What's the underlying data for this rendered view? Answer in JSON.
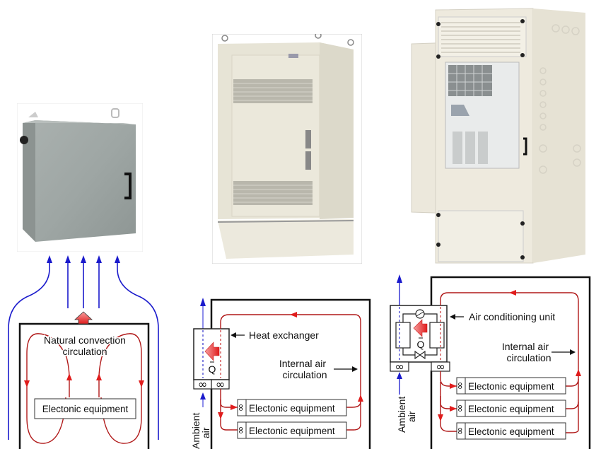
{
  "photos": [
    {
      "name": "wall-mounted-enclosure",
      "description": "Small grey wall-mounted enclosure with black handle"
    },
    {
      "name": "outdoor-cabinet-heat-exchanger",
      "description": "Beige outdoor cabinet with vented door and handle"
    },
    {
      "name": "outdoor-cabinet-air-conditioner",
      "description": "Beige outdoor cabinet with mounted air conditioning unit"
    }
  ],
  "diagrams": {
    "natural_convection": {
      "label_line1": "Natural convection",
      "label_line2": "circulation",
      "equipment": "Electonic equipment"
    },
    "heat_exchanger": {
      "unit_label": "Heat exchanger",
      "heat_symbol": "Q",
      "internal_line1": "Internal air",
      "internal_line2": "circulation",
      "ambient_line1": "Ambient",
      "ambient_line2": "air",
      "equipment": [
        "Electonic equipment",
        "Electonic equipment"
      ]
    },
    "air_conditioner": {
      "unit_label": "Air conditioning unit",
      "heat_symbol": "Q",
      "internal_line1": "Internal air",
      "internal_line2": "circulation",
      "ambient_line1": "Ambient",
      "ambient_line2": "air",
      "equipment": [
        "Electonic equipment",
        "Electonic equipment",
        "Electonic equipment"
      ]
    }
  },
  "colors": {
    "ambient_air": "#1a1acc",
    "internal_air": "#cc1a1a",
    "outline": "#111111",
    "heat_arrow": "#e83a3a"
  }
}
